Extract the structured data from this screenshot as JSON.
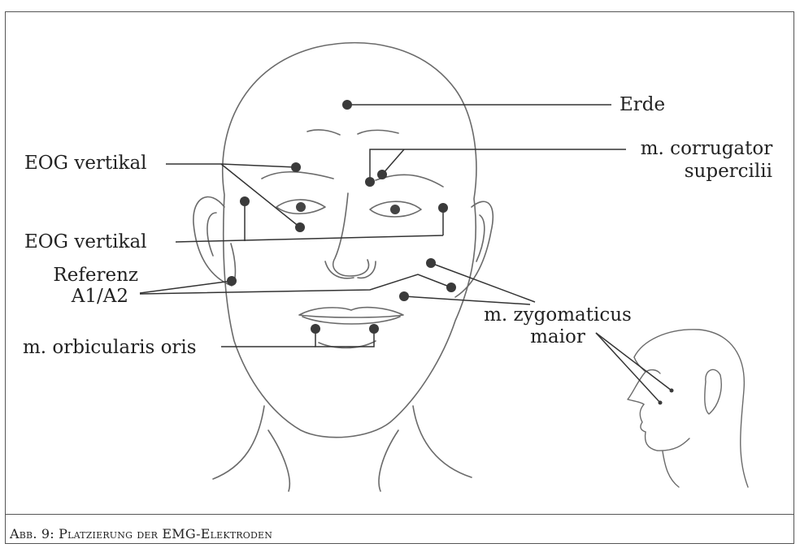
{
  "figure": {
    "caption": "Abb. 9: Platzierung der EMG-Elektroden"
  },
  "labels": {
    "erde": "Erde",
    "corrugator_line1": "m. corrugator",
    "corrugator_line2": "supercilii",
    "eog_upper": "EOG vertikal",
    "eog_lower": "EOG vertikal",
    "referenz_line1": "Referenz",
    "referenz_line2": "A1/A2",
    "orbicularis": "m. orbicularis oris",
    "zygomaticus_line1": "m. zygomaticus",
    "zygomaticus_line2": "maior"
  },
  "colors": {
    "line": "#333333",
    "electrode": "#3a3a3a",
    "sketch": "#6a6a6a"
  }
}
